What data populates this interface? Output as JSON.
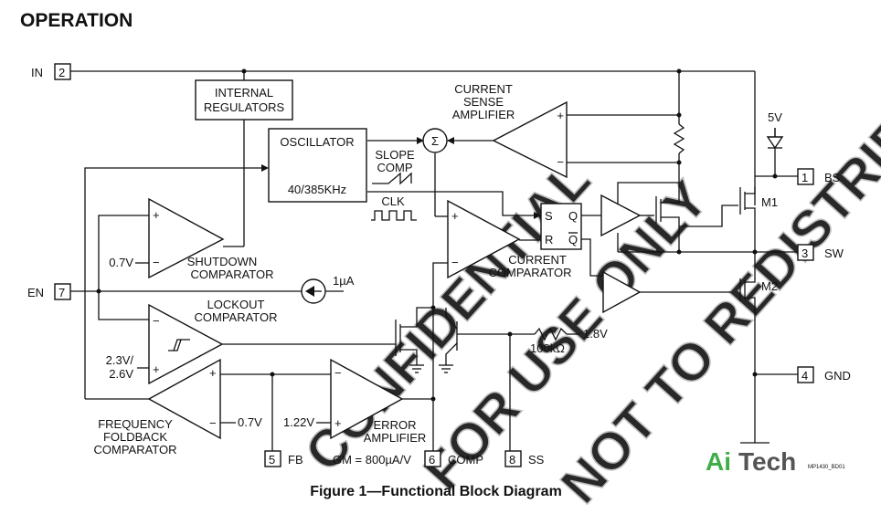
{
  "heading": "OPERATION",
  "caption": "Figure 1—Functional Block Diagram",
  "part_code": "MP1430_BD01",
  "brand": {
    "left": "Ai",
    "right": "Tech",
    "left_color": "#3fae49",
    "right_color": "#555555"
  },
  "watermark": [
    "CONFIDENTIAL",
    "FOR USE ONLY",
    "NOT TO REDISTRIBUTE"
  ],
  "pins": {
    "in": {
      "num": "2",
      "label": "IN"
    },
    "en": {
      "num": "7",
      "label": "EN"
    },
    "bs": {
      "num": "1",
      "label": "BS"
    },
    "sw": {
      "num": "3",
      "label": "SW"
    },
    "gnd": {
      "num": "4",
      "label": "GND"
    },
    "fb": {
      "num": "5",
      "label": "FB"
    },
    "comp": {
      "num": "6",
      "label": "COMP"
    },
    "ss": {
      "num": "8",
      "label": "SS"
    }
  },
  "blocks": {
    "regulators": [
      "INTERNAL",
      "REGULATORS"
    ],
    "oscillator": {
      "title": "OSCILLATOR",
      "freq": "40/385KHz"
    },
    "slope_comp": [
      "SLOPE",
      "COMP"
    ],
    "clk": "CLK",
    "sense_amp": [
      "CURRENT",
      "SENSE",
      "AMPLIFIER"
    ],
    "current_comp": [
      "CURRENT",
      "COMPARATOR"
    ],
    "shutdown_comp": [
      "SHUTDOWN",
      "COMPARATOR"
    ],
    "lockout_comp": [
      "LOCKOUT",
      "COMPARATOR"
    ],
    "foldback_comp": [
      "FREQUENCY",
      "FOLDBACK",
      "COMPARATOR"
    ],
    "error_amp": [
      "ERROR",
      "AMPLIFIER"
    ],
    "gm": "GM = 800µA/V"
  },
  "values": {
    "v07_shutdown": "0.7V",
    "v07_foldback": "0.7V",
    "vref_lockout": [
      "2.3V/",
      "2.6V"
    ],
    "vref_error": "1.22V",
    "v18": "1.8V",
    "r100k": "100kΩ",
    "i1ua": "1µA",
    "v5": "5V",
    "m1": "M1",
    "m2": "M2",
    "sigma": "Σ",
    "plus": "+",
    "minus": "−"
  },
  "latch": {
    "s": "S",
    "r": "R",
    "q": "Q",
    "qbar": "Q"
  }
}
